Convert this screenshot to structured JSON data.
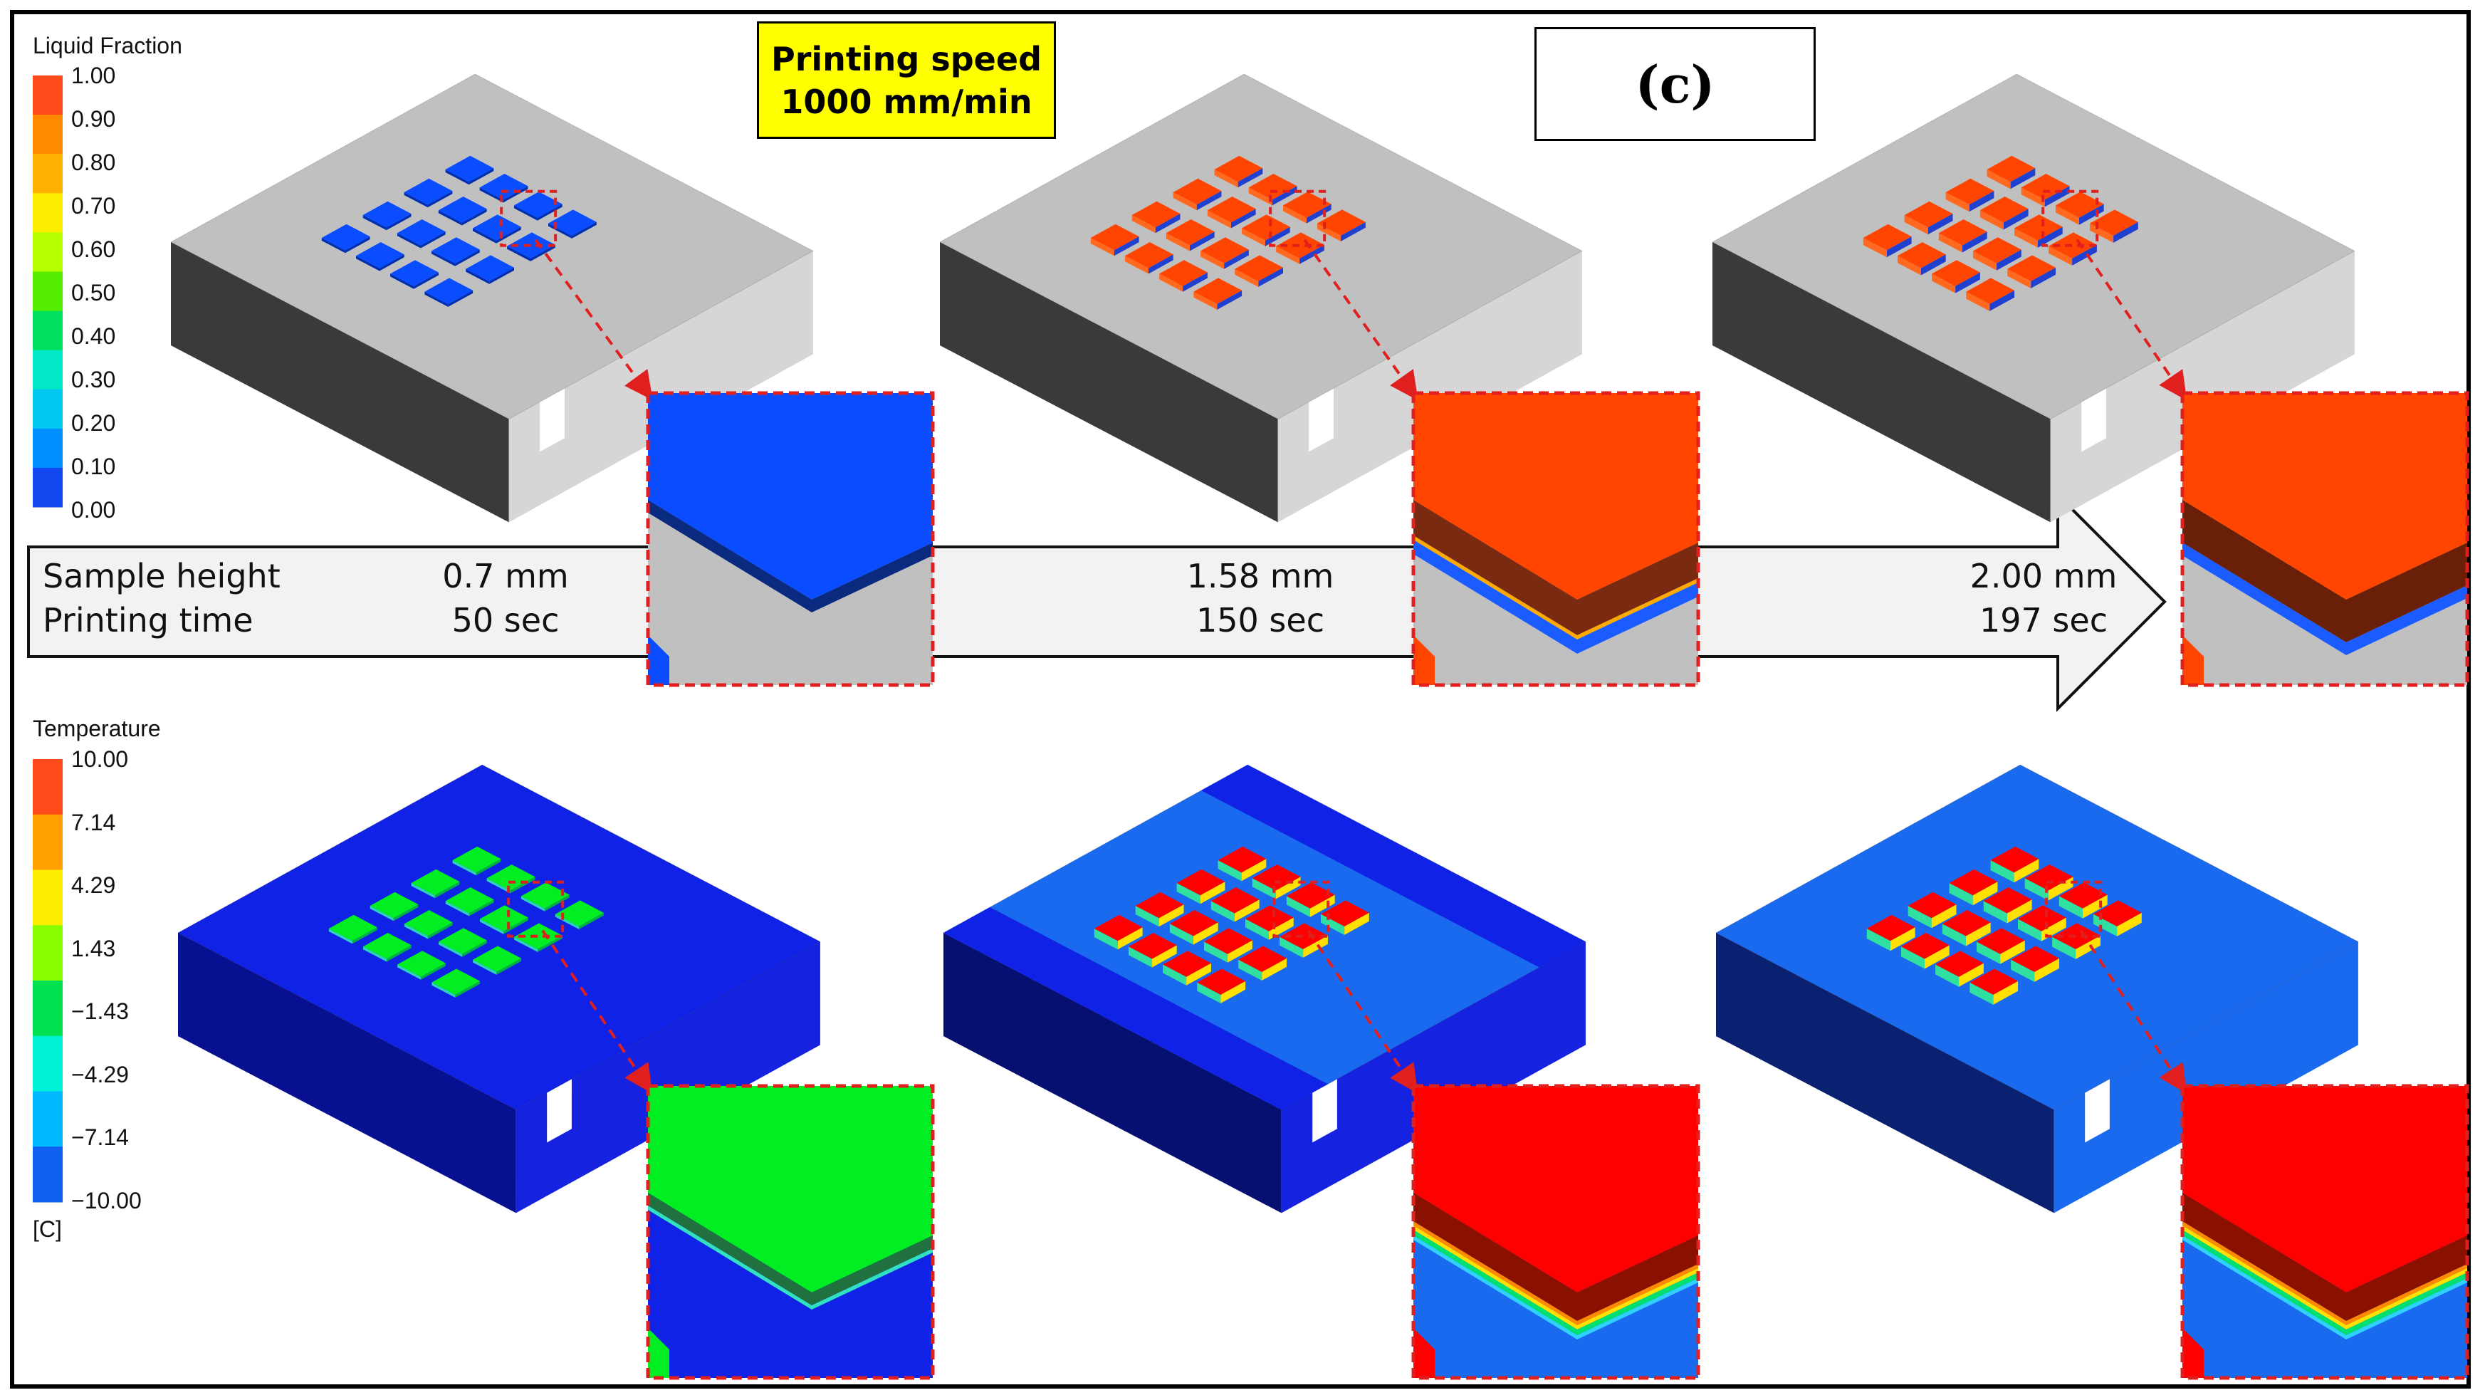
{
  "figure": {
    "panel_label": "(c)",
    "speed_label": "Printing speed",
    "speed_value": "1000 mm/min",
    "row_label_height": "Sample height",
    "row_label_time": "Printing time",
    "stages": [
      {
        "height": "0.7 mm",
        "time": "50 sec"
      },
      {
        "height": "1.58 mm",
        "time": "150 sec"
      },
      {
        "height": "2.00 mm",
        "time": "197 sec"
      }
    ]
  },
  "legend_liquid": {
    "title": "Liquid Fraction",
    "labels": [
      "1.00",
      "0.90",
      "0.80",
      "0.70",
      "0.60",
      "0.50",
      "0.40",
      "0.30",
      "0.20",
      "0.10",
      "0.00"
    ],
    "colors": [
      "#ff4a1a",
      "#ff8a00",
      "#ffb300",
      "#ffee00",
      "#b6ff00",
      "#55ee00",
      "#00e060",
      "#00e8c8",
      "#00c8f0",
      "#0090ff",
      "#1348f0"
    ]
  },
  "legend_temp": {
    "title": "Temperature",
    "labels": [
      "10.00",
      "7.14",
      "4.29",
      "1.43",
      "−1.43",
      "−4.29",
      "−7.14",
      "−10.00"
    ],
    "unit": "[C]",
    "colors": [
      "#ff4a1a",
      "#ffa000",
      "#ffee00",
      "#88ff00",
      "#00e050",
      "#00f0d8",
      "#00b8ff",
      "#1060f0"
    ]
  },
  "colors": {
    "gray_top": "#c0c0c0",
    "gray_side": "#3a3a3a",
    "blue": "#0a4cff",
    "orange": "#ff4500",
    "green": "#00ee22",
    "red": "#ff0000",
    "temp_base_dark": "#1022e6",
    "temp_base_mid": "#1a6af0",
    "zoom_border": "#e0201e"
  }
}
